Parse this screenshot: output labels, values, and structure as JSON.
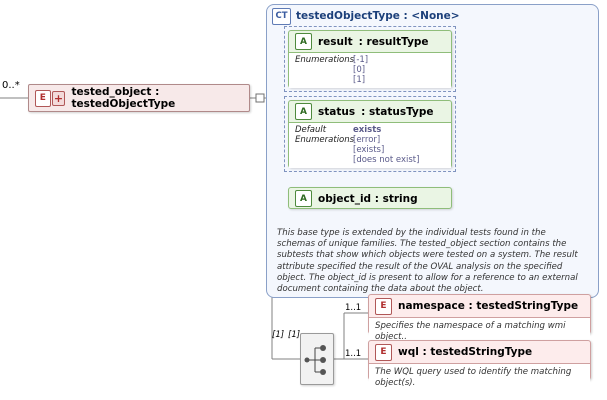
{
  "root_element": {
    "multiplicity": "0..*",
    "label": "tested_object : testedObjectType",
    "e_tag": "E",
    "expand_glyph": "+"
  },
  "complex_type": {
    "tag": "CT",
    "title": "testedObjectType : <None>"
  },
  "attributes": [
    {
      "tag": "A",
      "name": "result",
      "type": ": resultType",
      "rows": [
        {
          "key": "Enumerations",
          "values": [
            "[-1]",
            "[0]",
            "[1]"
          ]
        }
      ]
    },
    {
      "tag": "A",
      "name": "status",
      "type": ": statusType",
      "rows": [
        {
          "key": "Default",
          "values": [
            "exists"
          ],
          "bold": true
        },
        {
          "key": "Enumerations",
          "values": [
            "[error]",
            "[exists]",
            "[does not exist]"
          ]
        }
      ]
    },
    {
      "tag": "A",
      "name": "object_id : string",
      "type": "",
      "rows": []
    }
  ],
  "documentation": "This base type is extended by the individual tests found in the schemas of unique families.  The tested_object section contains the subtests that show which objects were tested on a system. The result attribute specified the result of the OVAL analysis on the specified object. The object_id is present to allow for a reference to an external document containing the data about the object.",
  "compositor": {
    "name": "choice-compositor",
    "left_multiplicity_1": "[1]",
    "left_multiplicity_2": "[1]"
  },
  "elements": [
    {
      "tag": "E",
      "multiplicity": "1..1",
      "name": "namespace : testedStringType",
      "doc": "Specifies the namespace of a matching wmi object.."
    },
    {
      "tag": "E",
      "multiplicity": "1..1",
      "name": "wql   : testedStringType",
      "doc": "The WQL query used to identify the matching object(s)."
    }
  ],
  "colors": {
    "element_fill": "#fdecec",
    "element_border": "#cfa0a0",
    "attribute_fill": "#eaf5e4",
    "attribute_border": "#8fbd7a",
    "complextype_fill": "#f4f7fd",
    "complextype_border": "#8aa0c8",
    "line": "#808080"
  }
}
